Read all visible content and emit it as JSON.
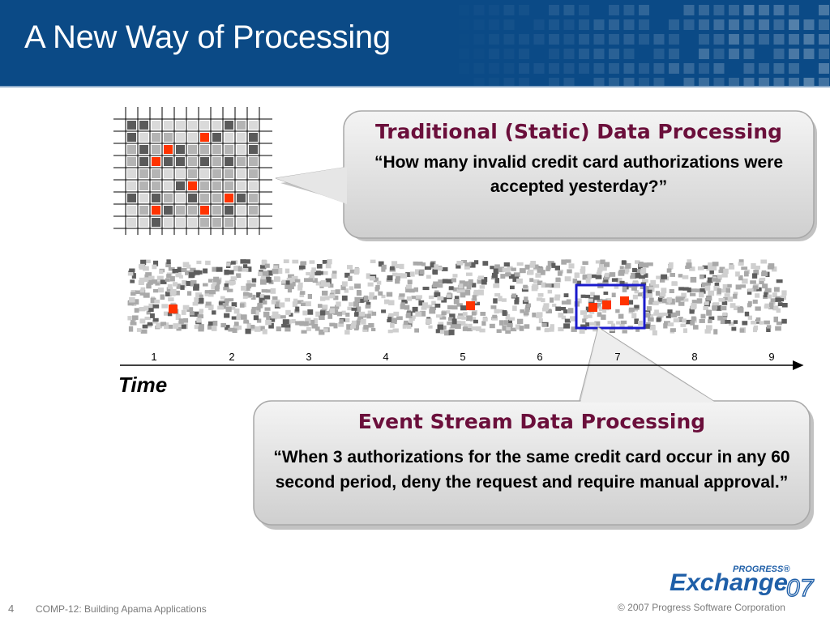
{
  "slide": {
    "title": "A New Way of Processing",
    "page_number": "4",
    "course": "COMP-12: Building Apama Applications",
    "copyright": "© 2007 Progress Software Corporation"
  },
  "callouts": {
    "traditional": {
      "title": "Traditional (Static) Data Processing",
      "quote": "“How many invalid credit card authorizations were accepted yesterday?”"
    },
    "event_stream": {
      "title": "Event Stream Data Processing",
      "quote": "“When 3 authorizations for the same credit card occur in any 60 second period, deny the request and require manual approval.”"
    }
  },
  "timeline": {
    "label": "Time",
    "ticks": [
      "1",
      "2",
      "3",
      "4",
      "5",
      "6",
      "7",
      "8",
      "9"
    ]
  },
  "logo": {
    "brand_small": "PROGRESS®",
    "brand_main": "Exchange",
    "brand_year": "07"
  },
  "colors": {
    "header_blue": "#0b4a86",
    "callout_title": "#6b0f3b",
    "highlight_red": "#ff3300",
    "window_blue": "#1a1acc",
    "logo_blue": "#1f5fa8"
  }
}
